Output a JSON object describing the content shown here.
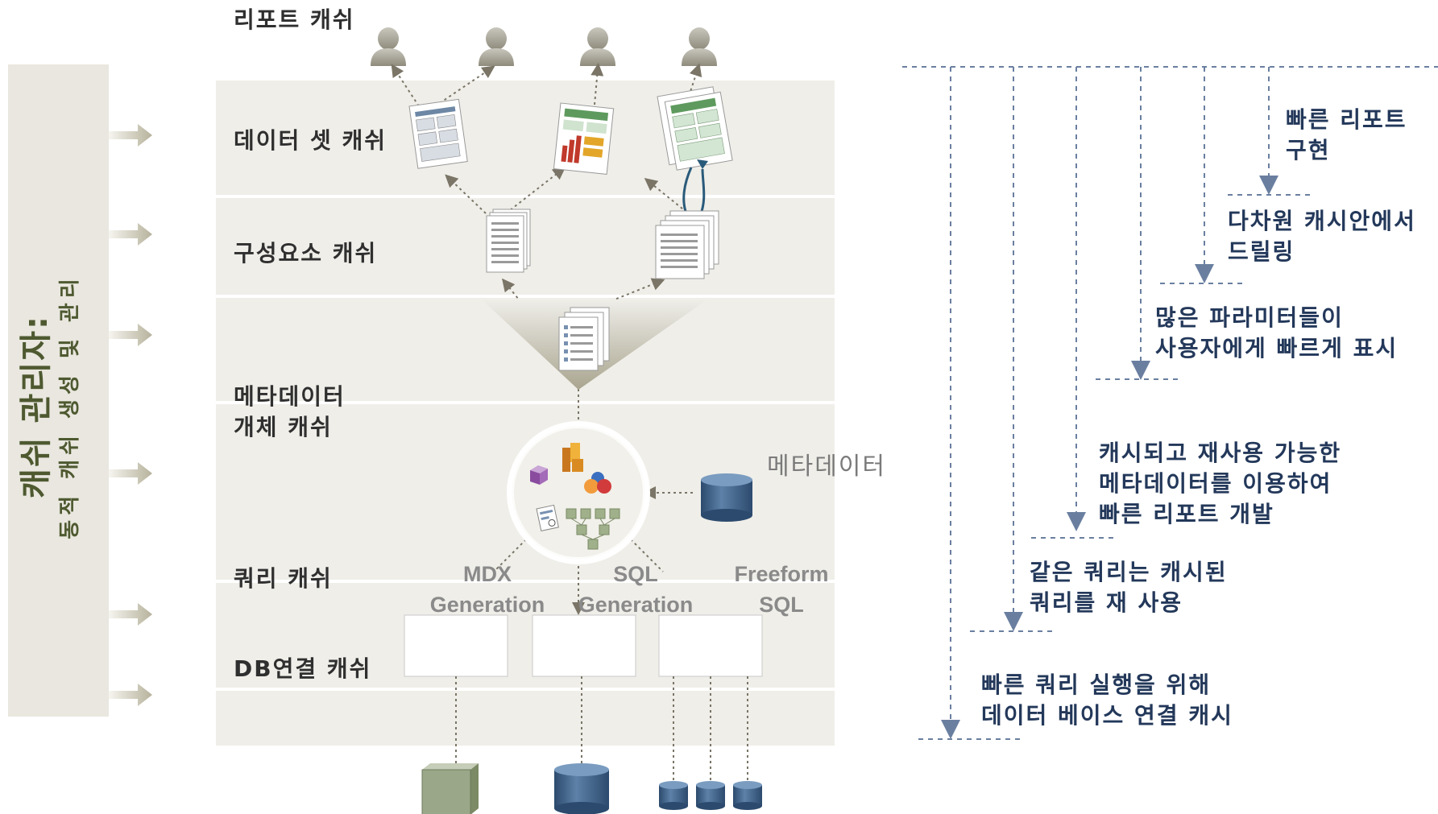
{
  "banner": {
    "title": "캐쉬 관리자:",
    "subtitle": "동적 캐쉬 생성 및 관리"
  },
  "layers": {
    "report": "리포트 캐쉬",
    "dataset": "데이터 셋 캐쉬",
    "component": "구성요소 캐쉬",
    "metadata_line1": "메타데이터",
    "metadata_line2": "개체 캐쉬",
    "query": "쿼리 캐쉬",
    "db": "DB연결 캐쉬"
  },
  "engine": {
    "metadata_source": "메타데이터",
    "mdx_line1": "MDX",
    "mdx_line2": "Generation",
    "sql_line1": "SQL",
    "sql_line2": "Generation",
    "freeform_line1": "Freeform",
    "freeform_line2": "SQL"
  },
  "notes": {
    "n1_line1": "빠른 리포트",
    "n1_line2": "구현",
    "n2_line1": "다차원 캐시안에서",
    "n2_line2": "드릴링",
    "n3_line1": "많은 파라미터들이",
    "n3_line2": "사용자에게 빠르게 표시",
    "n4_line1": "캐시되고 재사용 가능한",
    "n4_line2": "메타데이터를 이용하여",
    "n4_line3": "빠른 리포트 개발",
    "n5_line1": "같은 쿼리는 캐시된",
    "n5_line2": "쿼리를 재 사용",
    "n6_line1": "빠른 쿼리 실행을 위해",
    "n6_line2": "데이터 베이스 연결 캐시"
  },
  "icons": {
    "user": "user-silhouette-icon",
    "report_doc": "report-document-icon",
    "component_stack": "component-stack-icon",
    "metadata_docs": "metadata-documents-icon",
    "engine": "query-engine-icon",
    "database": "database-icon",
    "cube": "cube-icon",
    "arrow": "arrow-right-icon"
  },
  "colors": {
    "banner_bg": "#e9e7df",
    "banner_text": "#4e5930",
    "layer_bg": "#efeee9",
    "note_text": "#23385a",
    "dashed_line": "#6a7fa0",
    "db_blue": "#3b5e85",
    "cube_green": "#9aa889"
  }
}
